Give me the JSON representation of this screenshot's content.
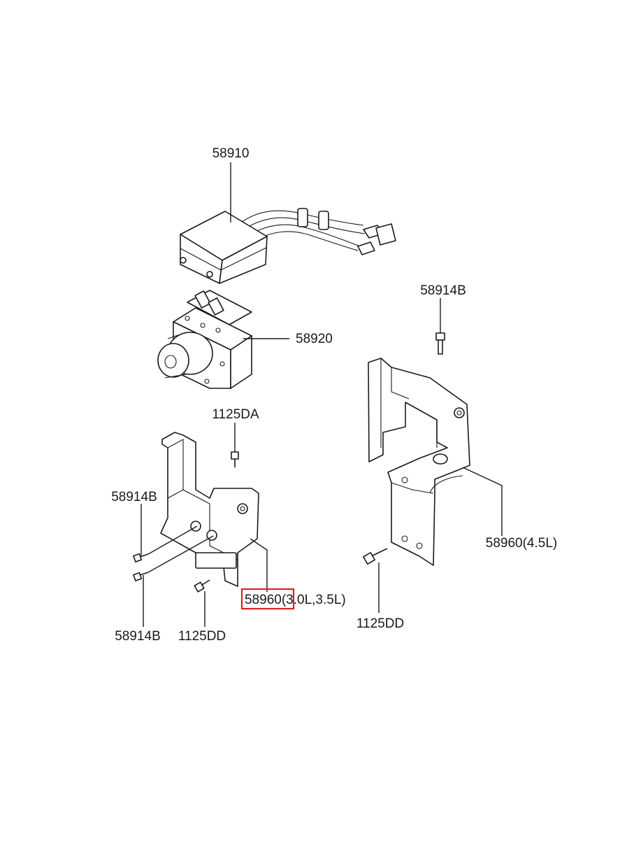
{
  "labels": {
    "hecu": "58910",
    "modulator": "58920",
    "bolt_right_top": "58914B",
    "bolt_center_top": "1125DA",
    "bolt_left_upper": "58914B",
    "bolt_left_lower": "58914B",
    "bolt_lower_center": "1125DD",
    "bracket_small_part": "58960",
    "bracket_small_suffix": "(3.0L,3.5L)",
    "bracket_large": "58960(4.5L)",
    "bolt_lower_right": "1125DD"
  },
  "highlight": {
    "target": "58960",
    "color": "#e02020"
  }
}
